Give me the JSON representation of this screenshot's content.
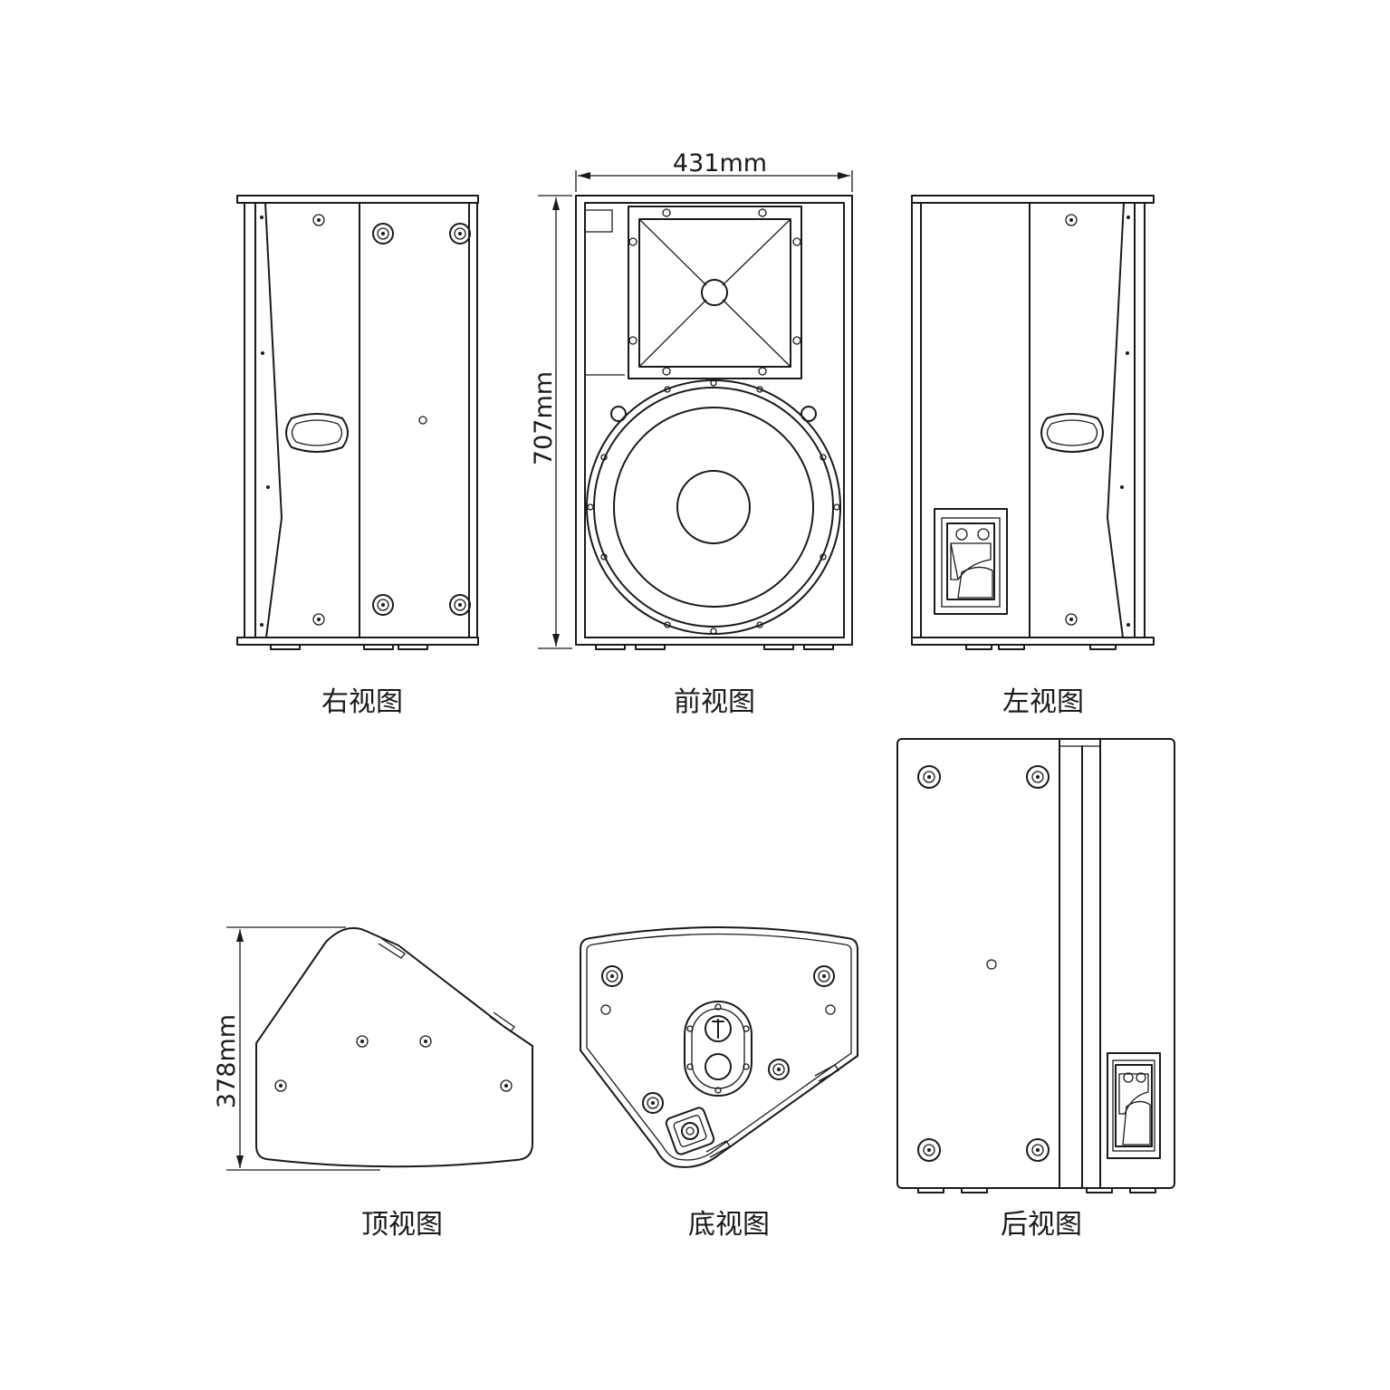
{
  "views": {
    "right": {
      "label": "右视图"
    },
    "front": {
      "label": "前视图"
    },
    "left": {
      "label": "左视图"
    },
    "top": {
      "label": "顶视图"
    },
    "bottom": {
      "label": "底视图"
    },
    "back": {
      "label": "后视图"
    }
  },
  "dimensions": {
    "width": "431mm",
    "height": "707mm",
    "depth": "378mm"
  },
  "colors": {
    "line": "#1a1a1a",
    "background": "#ffffff"
  }
}
